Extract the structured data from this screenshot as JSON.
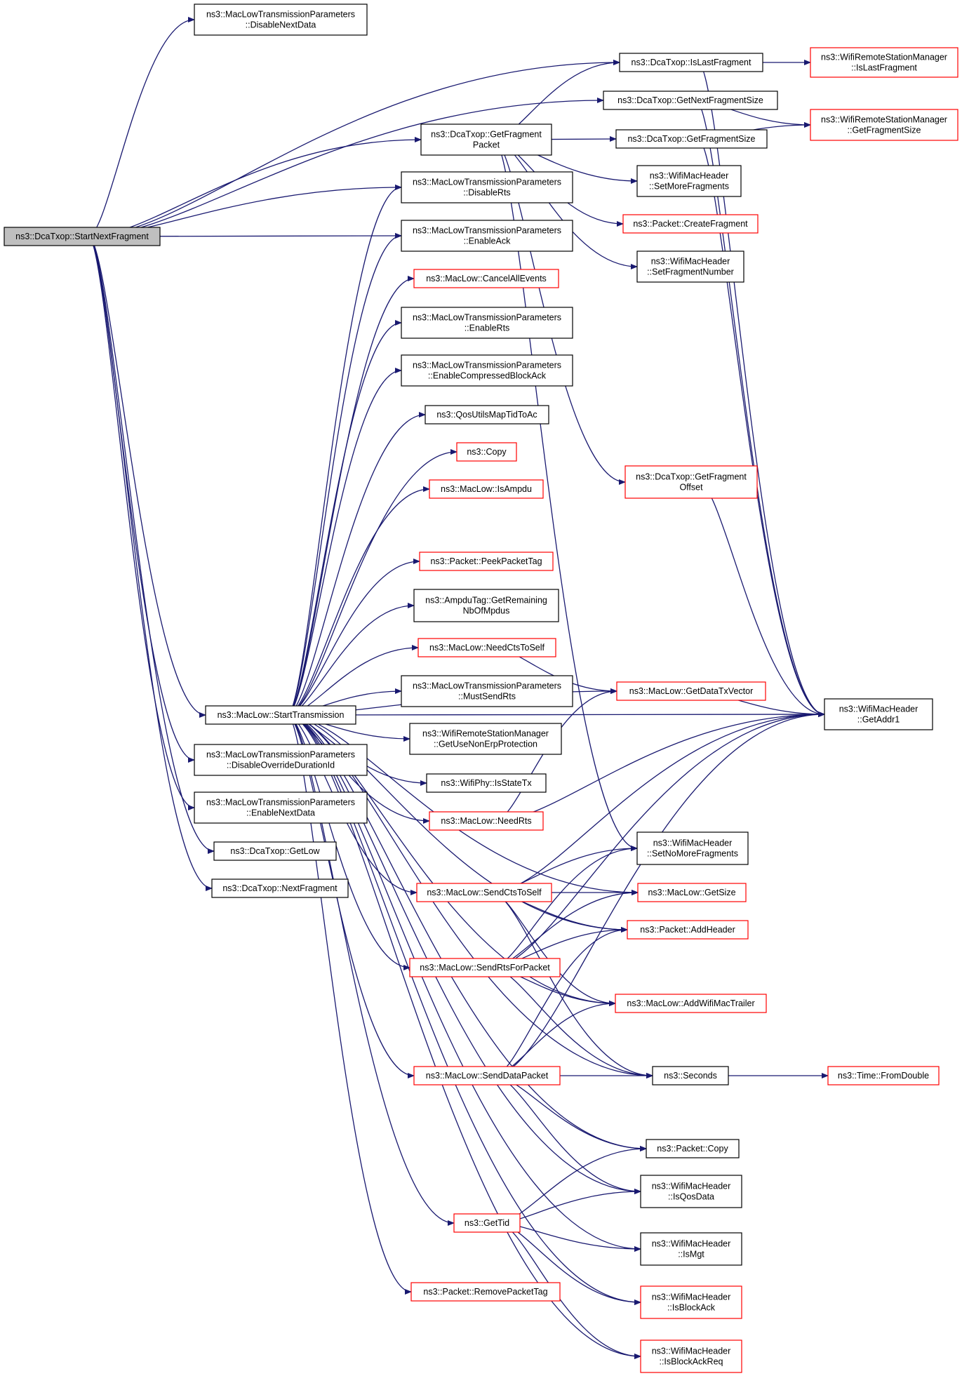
{
  "colors": {
    "edge": "#191970",
    "node_border_default": "#000000",
    "node_border_truncated": "#ff0000",
    "root_fill": "#bfbfbf"
  },
  "nodes": [
    {
      "id": "startnextfragment",
      "lines": [
        "ns3::DcaTxop::StartNextFragment"
      ],
      "style": "root"
    },
    {
      "id": "disablenextdata",
      "lines": [
        "ns3::MacLowTransmissionParameters",
        "::DisableNextData"
      ],
      "style": "black"
    },
    {
      "id": "islastfragment",
      "lines": [
        "ns3::DcaTxop::IsLastFragment"
      ],
      "style": "black"
    },
    {
      "id": "wrsm-islastfragment",
      "lines": [
        "ns3::WifiRemoteStationManager",
        "::IsLastFragment"
      ],
      "style": "red"
    },
    {
      "id": "getnextfragmentsize",
      "lines": [
        "ns3::DcaTxop::GetNextFragmentSize"
      ],
      "style": "black"
    },
    {
      "id": "wrsm-getfragmentsize",
      "lines": [
        "ns3::WifiRemoteStationManager",
        "::GetFragmentSize"
      ],
      "style": "red"
    },
    {
      "id": "getfragmentpacket",
      "lines": [
        "ns3::DcaTxop::GetFragment",
        "Packet"
      ],
      "style": "black"
    },
    {
      "id": "getfragmentsize",
      "lines": [
        "ns3::DcaTxop::GetFragmentSize"
      ],
      "style": "black"
    },
    {
      "id": "setmorefragments",
      "lines": [
        "ns3::WifiMacHeader",
        "::SetMoreFragments"
      ],
      "style": "black"
    },
    {
      "id": "disablerts",
      "lines": [
        "ns3::MacLowTransmissionParameters",
        "::DisableRts"
      ],
      "style": "black"
    },
    {
      "id": "createfragment",
      "lines": [
        "ns3::Packet::CreateFragment"
      ],
      "style": "red"
    },
    {
      "id": "enableack",
      "lines": [
        "ns3::MacLowTransmissionParameters",
        "::EnableAck"
      ],
      "style": "black"
    },
    {
      "id": "setfragmentnumber",
      "lines": [
        "ns3::WifiMacHeader",
        "::SetFragmentNumber"
      ],
      "style": "black"
    },
    {
      "id": "cancelallevents",
      "lines": [
        "ns3::MacLow::CancelAllEvents"
      ],
      "style": "red"
    },
    {
      "id": "enablerts",
      "lines": [
        "ns3::MacLowTransmissionParameters",
        "::EnableRts"
      ],
      "style": "black"
    },
    {
      "id": "enablecompressedblockack",
      "lines": [
        "ns3::MacLowTransmissionParameters",
        "::EnableCompressedBlockAck"
      ],
      "style": "black"
    },
    {
      "id": "qosutilsmaptidtoac",
      "lines": [
        "ns3::QosUtilsMapTidToAc"
      ],
      "style": "black"
    },
    {
      "id": "copy",
      "lines": [
        "ns3::Copy"
      ],
      "style": "red"
    },
    {
      "id": "getfragmentoffset",
      "lines": [
        "ns3::DcaTxop::GetFragment",
        "Offset"
      ],
      "style": "red"
    },
    {
      "id": "isampdu",
      "lines": [
        "ns3::MacLow::IsAmpdu"
      ],
      "style": "red"
    },
    {
      "id": "peekpackettag",
      "lines": [
        "ns3::Packet::PeekPacketTag"
      ],
      "style": "red"
    },
    {
      "id": "getremainingnbofmpdus",
      "lines": [
        "ns3::AmpduTag::GetRemaining",
        "NbOfMpdus"
      ],
      "style": "black"
    },
    {
      "id": "needctstoself",
      "lines": [
        "ns3::MacLow::NeedCtsToSelf"
      ],
      "style": "red"
    },
    {
      "id": "getdatatxvector",
      "lines": [
        "ns3::MacLow::GetDataTxVector"
      ],
      "style": "red"
    },
    {
      "id": "mustsendrts",
      "lines": [
        "ns3::MacLowTransmissionParameters",
        "::MustSendRts"
      ],
      "style": "black"
    },
    {
      "id": "starttransmission",
      "lines": [
        "ns3::MacLow::StartTransmission"
      ],
      "style": "black"
    },
    {
      "id": "getaddr1",
      "lines": [
        "ns3::WifiMacHeader",
        "::GetAddr1"
      ],
      "style": "black"
    },
    {
      "id": "getusenonerpprotection",
      "lines": [
        "ns3::WifiRemoteStationManager",
        "::GetUseNonErpProtection"
      ],
      "style": "black"
    },
    {
      "id": "disableoverridedurationid",
      "lines": [
        "ns3::MacLowTransmissionParameters",
        "::DisableOverrideDurationId"
      ],
      "style": "black"
    },
    {
      "id": "isstatetx",
      "lines": [
        "ns3::WifiPhy::IsStateTx"
      ],
      "style": "black"
    },
    {
      "id": "enablenextdata",
      "lines": [
        "ns3::MacLowTransmissionParameters",
        "::EnableNextData"
      ],
      "style": "black"
    },
    {
      "id": "needrts",
      "lines": [
        "ns3::MacLow::NeedRts"
      ],
      "style": "red"
    },
    {
      "id": "setnomorefragments",
      "lines": [
        "ns3::WifiMacHeader",
        "::SetNoMoreFragments"
      ],
      "style": "black"
    },
    {
      "id": "getlow",
      "lines": [
        "ns3::DcaTxop::GetLow"
      ],
      "style": "black"
    },
    {
      "id": "nextfragment",
      "lines": [
        "ns3::DcaTxop::NextFragment"
      ],
      "style": "black"
    },
    {
      "id": "sendctstoself",
      "lines": [
        "ns3::MacLow::SendCtsToSelf"
      ],
      "style": "red"
    },
    {
      "id": "getsize",
      "lines": [
        "ns3::MacLow::GetSize"
      ],
      "style": "red"
    },
    {
      "id": "addheader",
      "lines": [
        "ns3::Packet::AddHeader"
      ],
      "style": "red"
    },
    {
      "id": "sendrtsforpacket",
      "lines": [
        "ns3::MacLow::SendRtsForPacket"
      ],
      "style": "red"
    },
    {
      "id": "addwifimactrailer",
      "lines": [
        "ns3::MacLow::AddWifiMacTrailer"
      ],
      "style": "red"
    },
    {
      "id": "senddatapacket",
      "lines": [
        "ns3::MacLow::SendDataPacket"
      ],
      "style": "red"
    },
    {
      "id": "seconds",
      "lines": [
        "ns3::Seconds"
      ],
      "style": "black"
    },
    {
      "id": "fromdouble",
      "lines": [
        "ns3::Time::FromDouble"
      ],
      "style": "red"
    },
    {
      "id": "packet-copy",
      "lines": [
        "ns3::Packet::Copy"
      ],
      "style": "black"
    },
    {
      "id": "isqosdata",
      "lines": [
        "ns3::WifiMacHeader",
        "::IsQosData"
      ],
      "style": "black"
    },
    {
      "id": "gettid",
      "lines": [
        "ns3::GetTid"
      ],
      "style": "red"
    },
    {
      "id": "ismgt",
      "lines": [
        "ns3::WifiMacHeader",
        "::IsMgt"
      ],
      "style": "black"
    },
    {
      "id": "removepackettag",
      "lines": [
        "ns3::Packet::RemovePacketTag"
      ],
      "style": "red"
    },
    {
      "id": "isblockack",
      "lines": [
        "ns3::WifiMacHeader",
        "::IsBlockAck"
      ],
      "style": "red"
    },
    {
      "id": "isblockackreq",
      "lines": [
        "ns3::WifiMacHeader",
        "::IsBlockAckReq"
      ],
      "style": "red"
    }
  ],
  "edges": [
    [
      "startnextfragment",
      "disablenextdata"
    ],
    [
      "startnextfragment",
      "islastfragment"
    ],
    [
      "startnextfragment",
      "getnextfragmentsize"
    ],
    [
      "startnextfragment",
      "getfragmentpacket"
    ],
    [
      "startnextfragment",
      "disablerts"
    ],
    [
      "startnextfragment",
      "enableack"
    ],
    [
      "startnextfragment",
      "starttransmission"
    ],
    [
      "startnextfragment",
      "disableoverridedurationid"
    ],
    [
      "startnextfragment",
      "enablenextdata"
    ],
    [
      "startnextfragment",
      "getlow"
    ],
    [
      "startnextfragment",
      "nextfragment"
    ],
    [
      "islastfragment",
      "wrsm-islastfragment"
    ],
    [
      "islastfragment",
      "getaddr1"
    ],
    [
      "getnextfragmentsize",
      "wrsm-getfragmentsize"
    ],
    [
      "getnextfragmentsize",
      "getaddr1"
    ],
    [
      "getfragmentpacket",
      "islastfragment"
    ],
    [
      "getfragmentpacket",
      "getfragmentsize"
    ],
    [
      "getfragmentpacket",
      "setmorefragments"
    ],
    [
      "getfragmentpacket",
      "createfragment"
    ],
    [
      "getfragmentpacket",
      "setfragmentnumber"
    ],
    [
      "getfragmentpacket",
      "getfragmentoffset"
    ],
    [
      "getfragmentpacket",
      "setnomorefragments"
    ],
    [
      "getfragmentsize",
      "wrsm-getfragmentsize"
    ],
    [
      "getfragmentsize",
      "getaddr1"
    ],
    [
      "getfragmentoffset",
      "getaddr1"
    ],
    [
      "starttransmission",
      "disablerts"
    ],
    [
      "starttransmission",
      "enableack"
    ],
    [
      "starttransmission",
      "cancelallevents"
    ],
    [
      "starttransmission",
      "enablerts"
    ],
    [
      "starttransmission",
      "enablecompressedblockack"
    ],
    [
      "starttransmission",
      "qosutilsmaptidtoac"
    ],
    [
      "starttransmission",
      "copy"
    ],
    [
      "starttransmission",
      "isampdu"
    ],
    [
      "starttransmission",
      "getdatatxvector"
    ],
    [
      "starttransmission",
      "peekpackettag"
    ],
    [
      "starttransmission",
      "getremainingnbofmpdus"
    ],
    [
      "starttransmission",
      "needctstoself"
    ],
    [
      "starttransmission",
      "mustsendrts"
    ],
    [
      "starttransmission",
      "getusenonerpprotection"
    ],
    [
      "starttransmission",
      "isstatetx"
    ],
    [
      "starttransmission",
      "needrts"
    ],
    [
      "starttransmission",
      "getsize"
    ],
    [
      "starttransmission",
      "sendctstoself"
    ],
    [
      "starttransmission",
      "addheader"
    ],
    [
      "starttransmission",
      "sendrtsforpacket"
    ],
    [
      "starttransmission",
      "addwifimactrailer"
    ],
    [
      "starttransmission",
      "getaddr1"
    ],
    [
      "starttransmission",
      "senddatapacket"
    ],
    [
      "starttransmission",
      "seconds"
    ],
    [
      "starttransmission",
      "packet-copy"
    ],
    [
      "starttransmission",
      "isqosdata"
    ],
    [
      "starttransmission",
      "gettid"
    ],
    [
      "starttransmission",
      "ismgt"
    ],
    [
      "starttransmission",
      "removepackettag"
    ],
    [
      "starttransmission",
      "isblockack"
    ],
    [
      "starttransmission",
      "isblockackreq"
    ],
    [
      "needctstoself",
      "getdatatxvector"
    ],
    [
      "getdatatxvector",
      "getaddr1"
    ],
    [
      "needrts",
      "getdatatxvector"
    ],
    [
      "needrts",
      "getaddr1"
    ],
    [
      "sendctstoself",
      "getaddr1"
    ],
    [
      "sendctstoself",
      "setnomorefragments"
    ],
    [
      "sendctstoself",
      "getsize"
    ],
    [
      "sendctstoself",
      "addheader"
    ],
    [
      "sendctstoself",
      "addwifimactrailer"
    ],
    [
      "sendctstoself",
      "seconds"
    ],
    [
      "sendrtsforpacket",
      "setnomorefragments"
    ],
    [
      "sendrtsforpacket",
      "getsize"
    ],
    [
      "sendrtsforpacket",
      "addheader"
    ],
    [
      "sendrtsforpacket",
      "getaddr1"
    ],
    [
      "sendrtsforpacket",
      "addwifimactrailer"
    ],
    [
      "sendrtsforpacket",
      "seconds"
    ],
    [
      "senddatapacket",
      "addheader"
    ],
    [
      "senddatapacket",
      "addwifimactrailer"
    ],
    [
      "senddatapacket",
      "seconds"
    ],
    [
      "senddatapacket",
      "getaddr1"
    ],
    [
      "senddatapacket",
      "packet-copy"
    ],
    [
      "senddatapacket",
      "isqosdata"
    ],
    [
      "seconds",
      "fromdouble"
    ],
    [
      "gettid",
      "packet-copy"
    ],
    [
      "gettid",
      "isqosdata"
    ],
    [
      "gettid",
      "ismgt"
    ],
    [
      "gettid",
      "isblockack"
    ],
    [
      "gettid",
      "isblockackreq"
    ]
  ]
}
